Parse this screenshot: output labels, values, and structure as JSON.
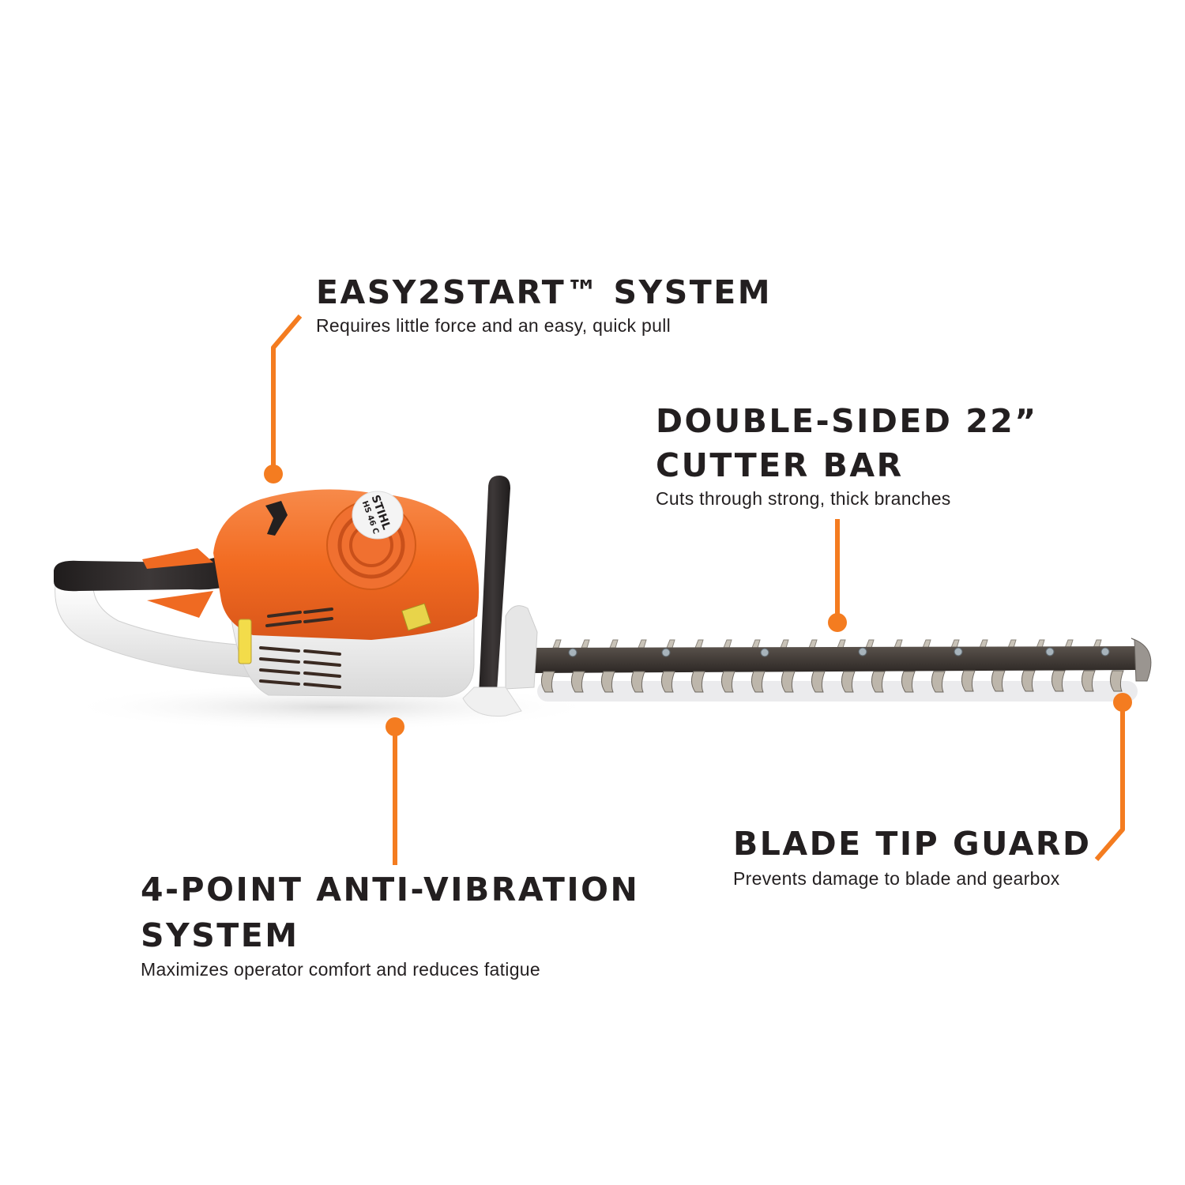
{
  "colors": {
    "accent": "#f47c20",
    "text": "#231f20",
    "product_orange": "#f26b21",
    "product_white": "#eeeeee",
    "product_black": "#2a2626",
    "blade_dark": "#3a3532",
    "blade_metal": "#b8b2a8"
  },
  "product": {
    "brand": "STIHL",
    "model": "HS 46 C",
    "name": "Hedge trimmer"
  },
  "callouts": [
    {
      "id": "easy2start",
      "title": "EASY2START™ SYSTEM",
      "description": "Requires little force and an easy, quick pull"
    },
    {
      "id": "cutter-bar",
      "title_line1": "DOUBLE-SIDED 22”",
      "title_line2": "CUTTER BAR",
      "description": "Cuts through strong, thick branches"
    },
    {
      "id": "anti-vibration",
      "title_line1": "4-POINT ANTI-VIBRATION",
      "title_line2": "SYSTEM",
      "description": "Maximizes operator comfort and reduces fatigue"
    },
    {
      "id": "blade-tip-guard",
      "title": "BLADE TIP GUARD",
      "description": "Prevents damage to blade and gearbox"
    }
  ]
}
